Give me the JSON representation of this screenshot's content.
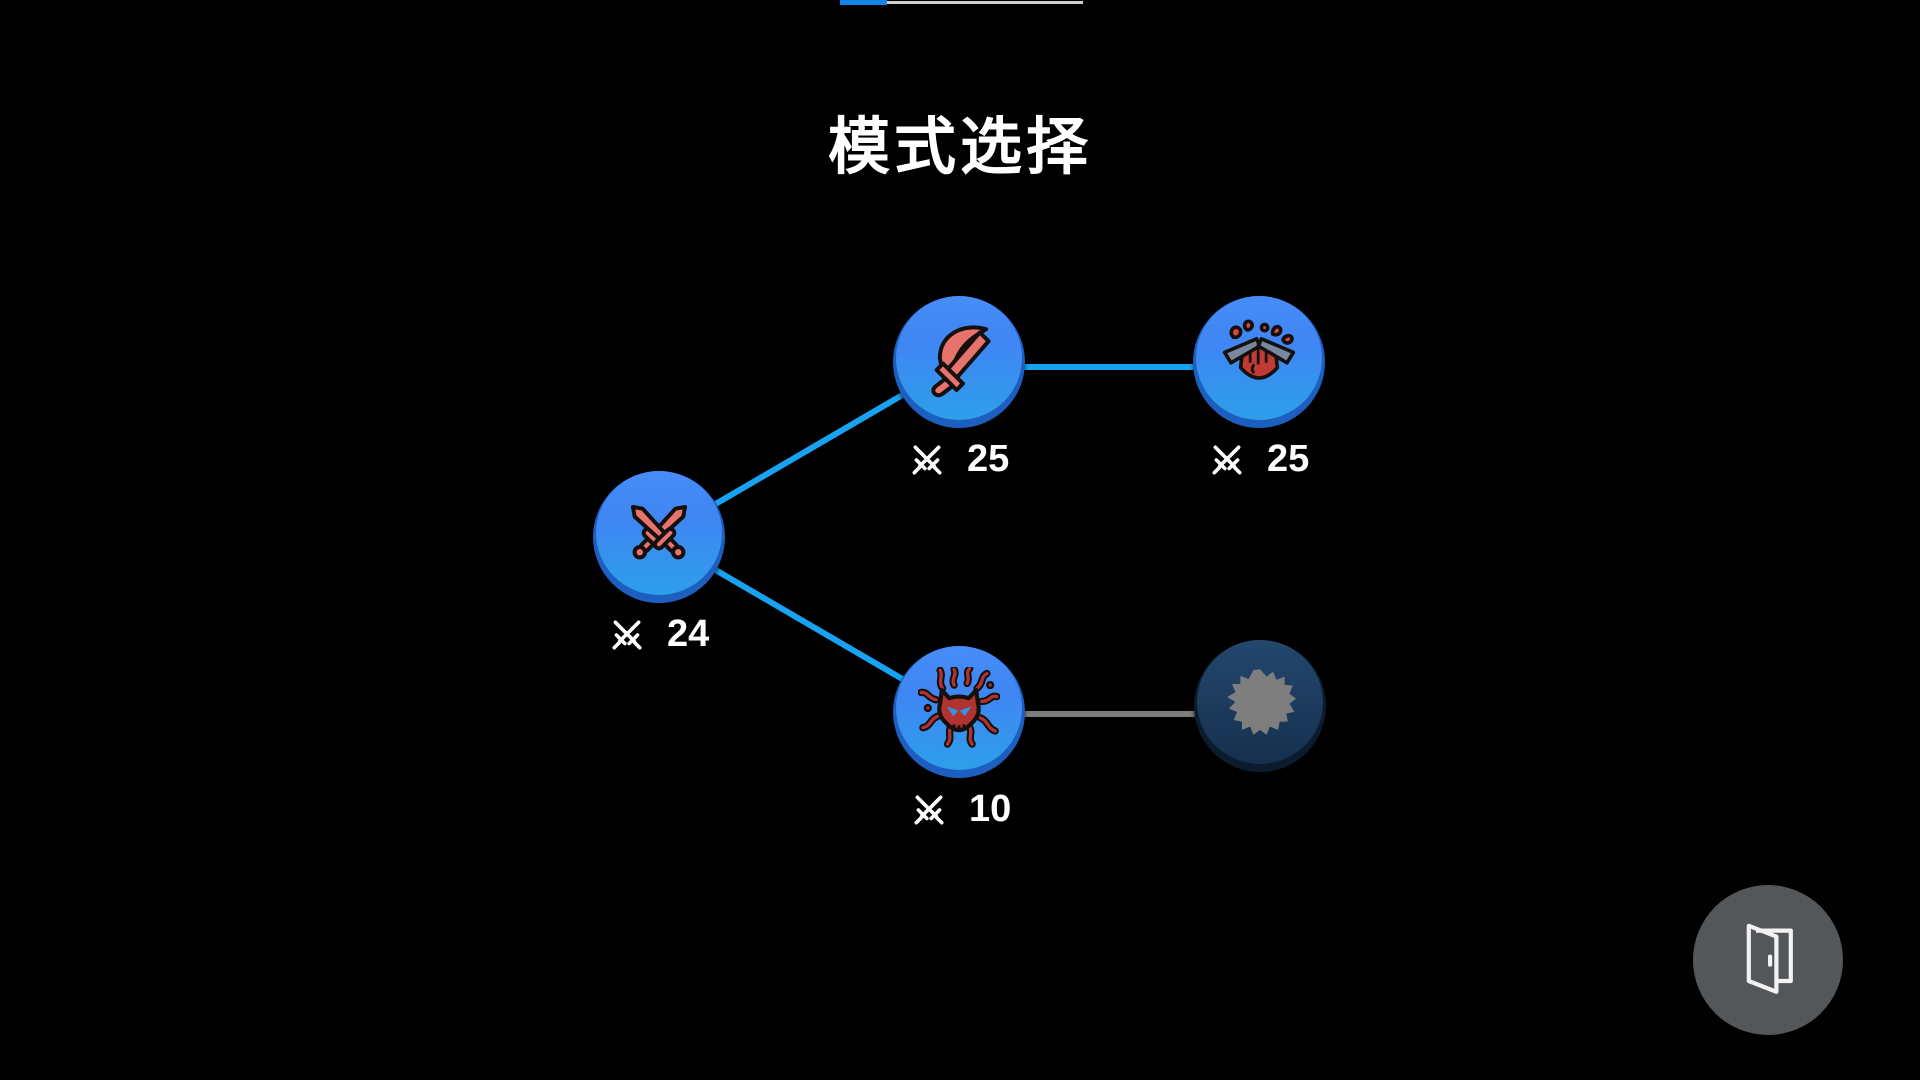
{
  "title": "模式选择",
  "nodes": {
    "start": {
      "icon": "crossed-swords",
      "count": "24",
      "state": "unlocked"
    },
    "raid": {
      "icon": "scimitar",
      "count": "25",
      "state": "unlocked"
    },
    "breakthrough": {
      "icon": "shield-break",
      "count": "25",
      "state": "unlocked"
    },
    "swarm": {
      "icon": "demon-swarm",
      "count": "10",
      "state": "unlocked"
    },
    "locked": {
      "icon": "unknown-silhouette",
      "state": "locked"
    }
  },
  "count_icon": "crossed-swords-small",
  "exit": {
    "icon": "open-door"
  },
  "colors": {
    "background": "#000000",
    "link_active": "#18a3f2",
    "link_locked": "#7d7d7d",
    "node_face_top": "#478cf7",
    "node_face_bottom": "#2d9fe9",
    "node_rim": "#1d5fc0",
    "locked_face": "#1c3a5e",
    "locked_glyph": "#7e7e7e",
    "icon_salmon": "#e8736c",
    "icon_red": "#c23a36",
    "icon_dark_red": "#b23230",
    "icon_steel_blue": "#76879f",
    "exit_button_bg": "#54575a",
    "progress_fill": "#1385e6",
    "progress_track": "#d0d0d0",
    "text": "#ffffff"
  }
}
